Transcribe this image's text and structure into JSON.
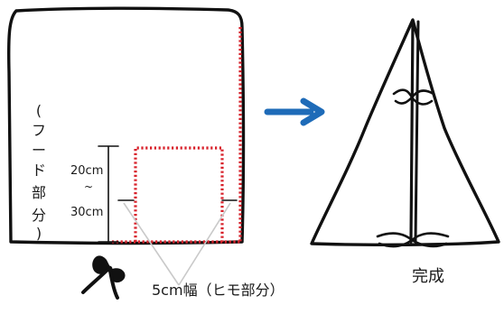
{
  "labels": {
    "hood_side_label": "（フード部分）",
    "hood_side_chars": [
      "(",
      "フ",
      "ー",
      "ド",
      "部",
      "分",
      ")"
    ],
    "height_top": "20cm",
    "height_tilde": "~",
    "height_bottom": "30cm",
    "strap_width_note": "5cm幅（ヒモ部分）",
    "finished_label": "完成"
  },
  "colors": {
    "outline": "#111111",
    "cut_line": "#d8202a",
    "arrow": "#1e6bb8",
    "pointer_lines": "#c9c9c9"
  },
  "icons": {
    "bag_shape": "rounded-rectangle-bag",
    "arrow": "right-arrow-icon",
    "finished_shape": "triangular-hood-bag",
    "bow": "bow-ribbon-icon"
  }
}
